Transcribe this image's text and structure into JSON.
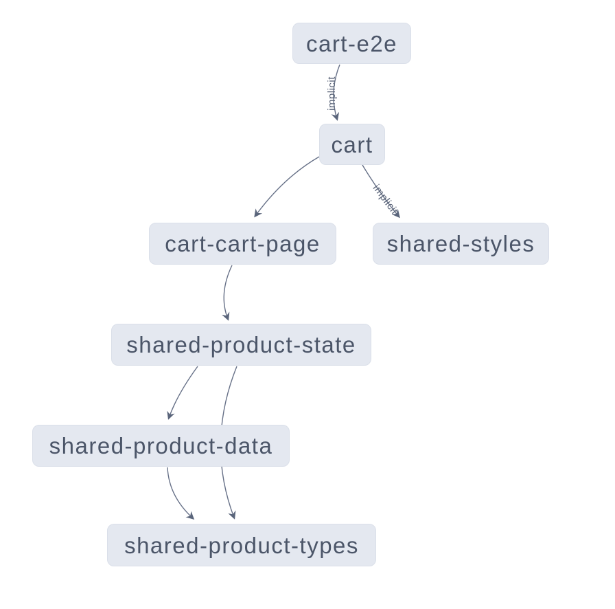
{
  "diagram": {
    "type": "dependency-graph",
    "nodes": [
      {
        "id": "cart-e2e",
        "label": "cart-e2e"
      },
      {
        "id": "cart",
        "label": "cart"
      },
      {
        "id": "cart-cart-page",
        "label": "cart-cart-page"
      },
      {
        "id": "shared-styles",
        "label": "shared-styles"
      },
      {
        "id": "shared-product-state",
        "label": "shared-product-state"
      },
      {
        "id": "shared-product-data",
        "label": "shared-product-data"
      },
      {
        "id": "shared-product-types",
        "label": "shared-product-types"
      }
    ],
    "edges": [
      {
        "source": "cart-e2e",
        "target": "cart",
        "label": "implicit"
      },
      {
        "source": "cart",
        "target": "cart-cart-page",
        "label": ""
      },
      {
        "source": "cart",
        "target": "shared-styles",
        "label": "implicit"
      },
      {
        "source": "cart-cart-page",
        "target": "shared-product-state",
        "label": ""
      },
      {
        "source": "shared-product-state",
        "target": "shared-product-data",
        "label": ""
      },
      {
        "source": "shared-product-state",
        "target": "shared-product-types",
        "label": ""
      },
      {
        "source": "shared-product-data",
        "target": "shared-product-types",
        "label": ""
      }
    ],
    "colors": {
      "background": "#ffffff",
      "node_fill": "#e4e8f0",
      "node_border": "#dadfe9",
      "node_text": "#4b5568",
      "edge": "#667087",
      "edge_label": "#5a6478"
    }
  }
}
